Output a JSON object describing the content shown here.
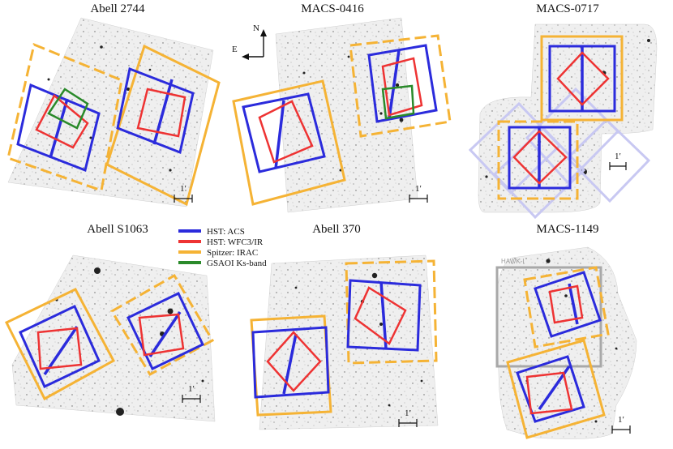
{
  "panels": [
    {
      "name": "Abell 2744",
      "scale": "1′"
    },
    {
      "name": "MACS-0416",
      "scale": "1′"
    },
    {
      "name": "MACS-0717",
      "scale": "1′"
    },
    {
      "name": "Abell S1063",
      "scale": "1′"
    },
    {
      "name": "Abell 370",
      "scale": "1′"
    },
    {
      "name": "MACS-1149",
      "scale": "1′"
    }
  ],
  "legend": [
    {
      "label": "HST: ACS",
      "color": "#2b2bdc"
    },
    {
      "label": "HST: WFC3/IR",
      "color": "#ee3333"
    },
    {
      "label": "Spitzer: IRAC",
      "color": "#f5b335"
    },
    {
      "label": "GSAOI Ks-band",
      "color": "#2a8a2a"
    }
  ],
  "compass": {
    "north": "N",
    "east": "E"
  },
  "hawk_label": "HAWK-I",
  "colors": {
    "acs": "#2b2bdc",
    "wfc3": "#ee3333",
    "irac": "#f5b335",
    "gsaoi": "#2a8a2a",
    "hawk": "#a8a8a8",
    "field": "#efefef"
  }
}
